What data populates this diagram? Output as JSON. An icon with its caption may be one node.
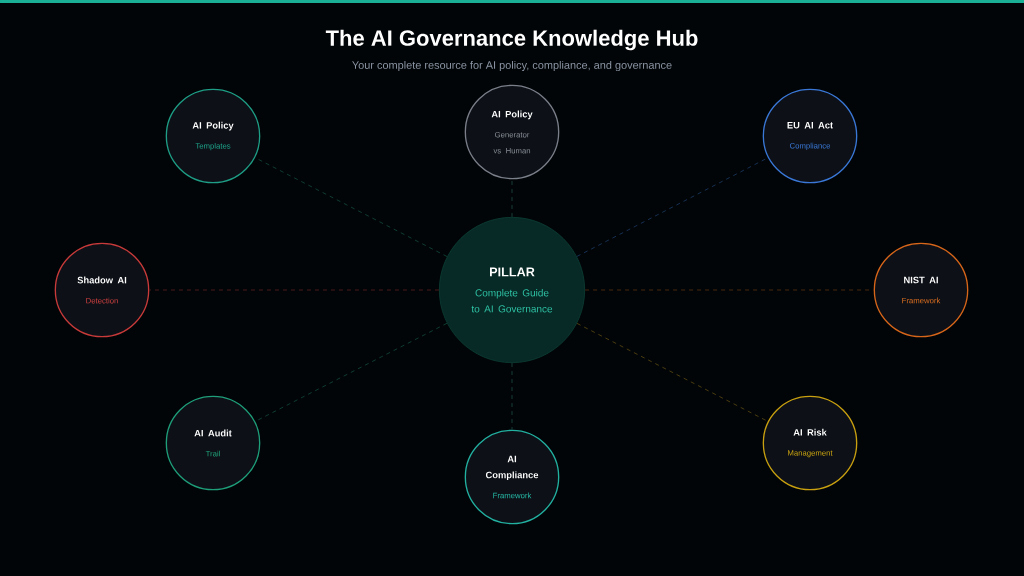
{
  "diagram": {
    "title": "The AI Governance Knowledge Hub",
    "caption": "Your complete resource for AI policy, compliance, and governance",
    "nodes": [
      {
        "text": [
          "PILLAR",
          "Complete Guide to AI Governance"
        ]
      },
      {
        "text": [
          "AI Policy",
          "Generator vs Human"
        ]
      },
      {
        "text": [
          "AI Policy",
          "Templates"
        ]
      },
      {
        "text": [
          "EU AI Act",
          "Compliance"
        ]
      },
      {
        "text": [
          "Shadow AI",
          "Detection"
        ]
      },
      {
        "text": [
          "NIST AI",
          "Framework"
        ]
      },
      {
        "text": [
          "AI Audit",
          "Trail"
        ]
      },
      {
        "text": [
          "AI Compliance",
          "Framework"
        ]
      },
      {
        "text": [
          "AI Risk",
          "Management"
        ]
      }
    ],
    "edges": [
      {
        "from": 0,
        "to": 1,
        "arrow": "none",
        "style": "dashed",
        "color": "#1f4a46"
      },
      {
        "from": 0,
        "to": 2,
        "arrow": "none",
        "style": "dashed",
        "color": "#124a3c"
      },
      {
        "from": 0,
        "to": 3,
        "arrow": "none",
        "style": "dashed",
        "color": "#1b3a66"
      },
      {
        "from": 0,
        "to": 4,
        "arrow": "none",
        "style": "dashed",
        "color": "#5a1e1e"
      },
      {
        "from": 0,
        "to": 5,
        "arrow": "none",
        "style": "dashed",
        "color": "#5a3012"
      },
      {
        "from": 0,
        "to": 6,
        "arrow": "none",
        "style": "dashed",
        "color": "#124a3c"
      },
      {
        "from": 0,
        "to": 7,
        "arrow": "none",
        "style": "dashed",
        "color": "#1f4a46"
      },
      {
        "from": 0,
        "to": 8,
        "arrow": "none",
        "style": "dashed",
        "color": "#5a4a12"
      }
    ]
  }
}
